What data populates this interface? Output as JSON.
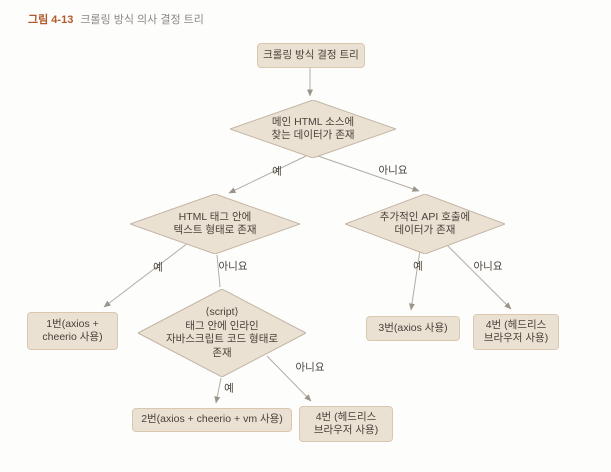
{
  "title": {
    "figure_label": "그림 4-13",
    "caption": "크롤링 방식 의사 결정 트리"
  },
  "flowchart": {
    "start": "크롤링 방식 결정 트리",
    "decision_main_html": "메인 HTML 소스에\n찾는 데이터가 존재",
    "decision_html_tag": "HTML 태그 안에\n텍스트 형태로 존재",
    "decision_api": "추가적인 API 호출에\n데이터가 존재",
    "decision_script": "⟨script⟩\n태그 안에 인라인\n자바스크립트 코드 형태로\n존재",
    "result_1": "1번(axios +\ncheerio 사용)",
    "result_2": "2번(axios + cheerio + vm 사용)",
    "result_3": "3번(axios 사용)",
    "result_4_right": "4번 (헤드리스\n브라우저 사용)",
    "result_4_bottom": "4번 (헤드리스\n브라우저 사용)",
    "edges": {
      "d1_yes": "예",
      "d1_no": "아니요",
      "d2l_yes": "예",
      "d2l_no": "아니요",
      "d2r_yes": "예",
      "d2r_no": "아니요",
      "d3_yes": "예",
      "d3_no": "아니요"
    }
  },
  "colors": {
    "node_fill": "#ebe1d3",
    "node_border": "#d9c7af",
    "diamond_border": "#c2b5a4",
    "node_text": "#48423a",
    "line": "#b3ada4",
    "arrow": "#9b948a",
    "fig_label": "#b15a2b",
    "fig_caption": "#8c8782"
  }
}
